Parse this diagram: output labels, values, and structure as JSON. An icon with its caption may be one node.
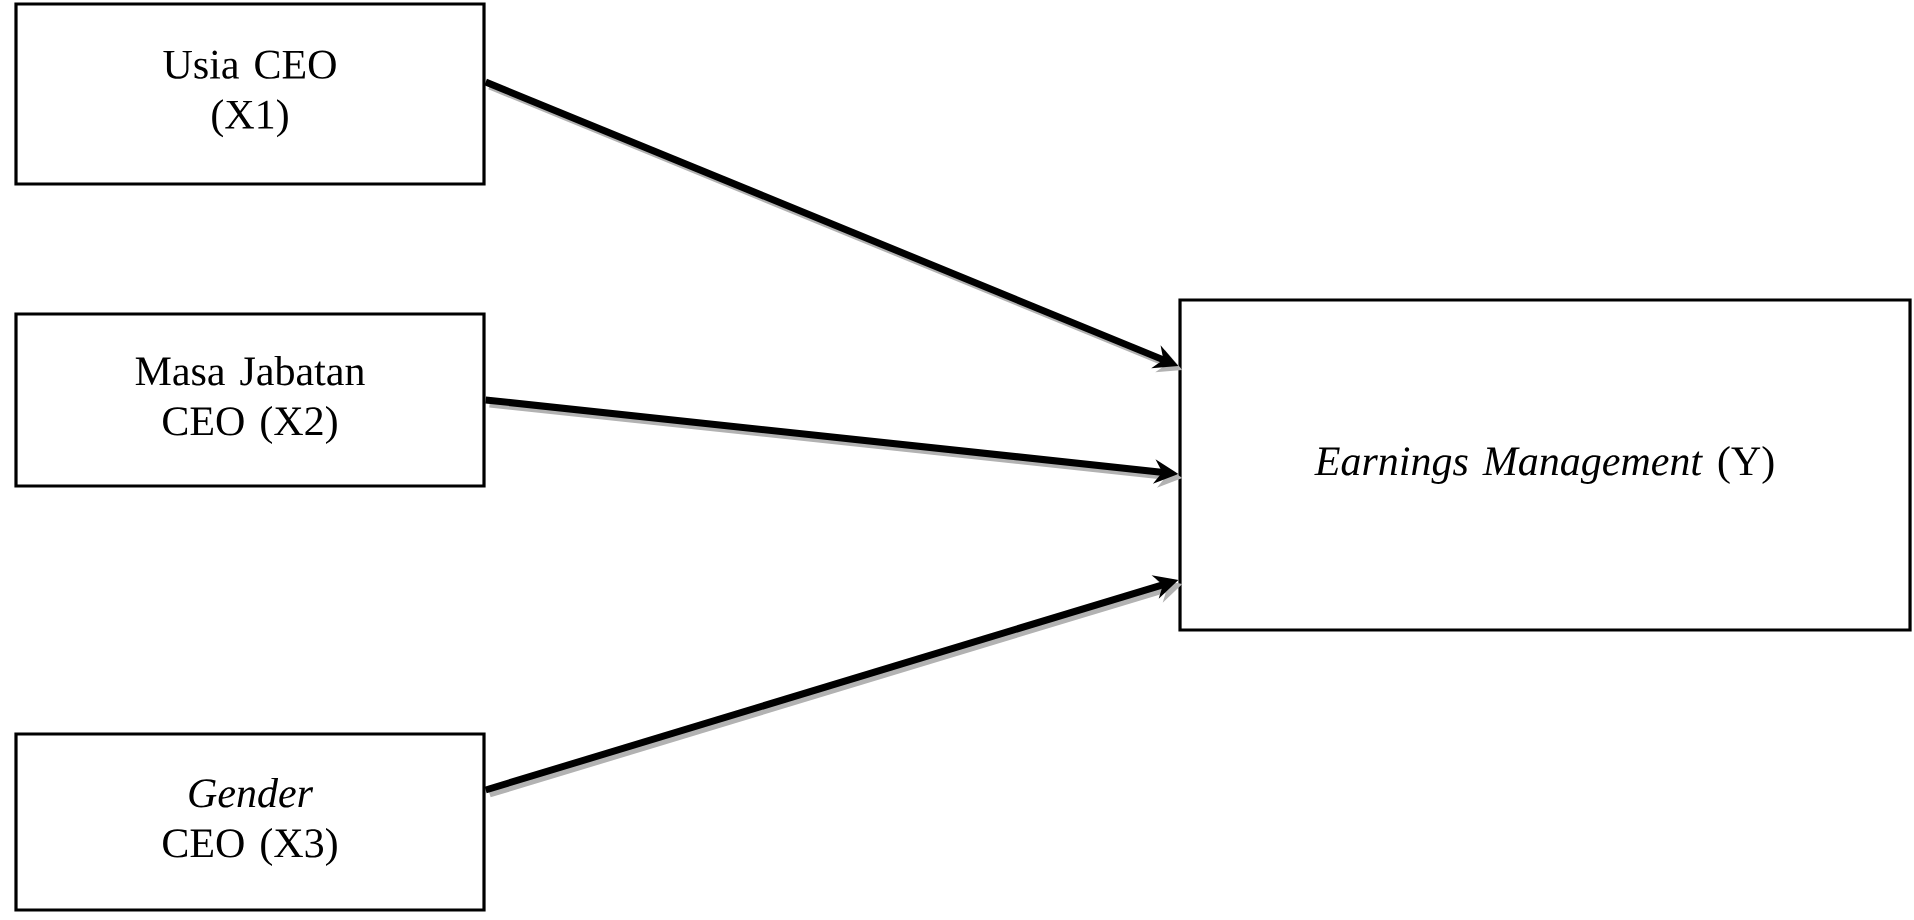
{
  "diagram": {
    "nodes": [
      {
        "text": [
          "Usia CEO (X1)"
        ]
      },
      {
        "text": [
          "Masa Jabatan CEO (X2)"
        ]
      },
      {
        "text": [
          "*Gender* CEO (X3)"
        ]
      },
      {
        "text": [
          "*Earnings Management* (Y)"
        ]
      }
    ],
    "edges": [
      {
        "from": 0,
        "to": 3,
        "arrow": "to"
      },
      {
        "from": 1,
        "to": 3,
        "arrow": "to"
      },
      {
        "from": 2,
        "to": 3,
        "arrow": "to"
      }
    ]
  }
}
